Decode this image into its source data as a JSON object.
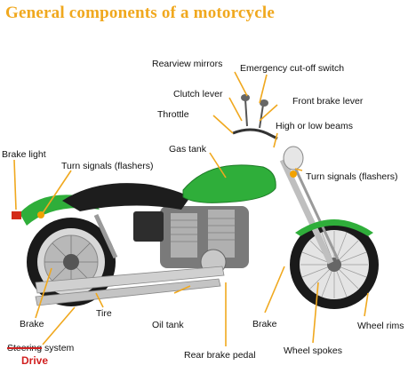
{
  "title": "General components of a motorcycle",
  "labels": {
    "rearview_mirrors": "Rearview mirrors",
    "emergency_cutoff": "Emergency cut-off switch",
    "clutch_lever": "Clutch lever",
    "front_brake_lever": "Front brake lever",
    "throttle": "Throttle",
    "high_low_beams": "High or low beams",
    "brake_light": "Brake light",
    "turn_signals_rear": "Turn signals (flashers)",
    "gas_tank": "Gas tank",
    "turn_signals_front": "Turn signals (flashers)",
    "brake_rear": "Brake",
    "tire": "Tire",
    "oil_tank": "Oil tank",
    "brake_front": "Brake",
    "wheel_rims": "Wheel rims",
    "steering_struck": "Steering",
    "steering_suffix": " system",
    "drive_correction": "Drive",
    "rear_brake_pedal": "Rear brake pedal",
    "wheel_spokes": "Wheel spokes"
  },
  "colors": {
    "title": "#f0a81e",
    "callout_line": "#f0a81e",
    "body_green": "#2fae3a",
    "correction_red": "#d12020"
  }
}
